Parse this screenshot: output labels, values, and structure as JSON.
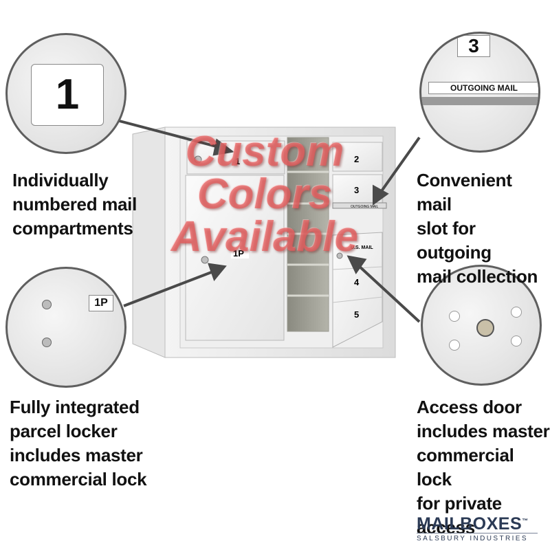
{
  "overlay": {
    "text": "Custom\nColors\nAvailable"
  },
  "features": {
    "compartments": "Individually\nnumbered mail\ncompartments",
    "mail_slot": "Convenient mail\nslot for outgoing\nmail collection",
    "parcel_locker": "Fully integrated\nparcel locker\nincludes master\ncommercial lock",
    "access_door": "Access door\nincludes master\ncommercial lock\nfor private access"
  },
  "zoom_labels": {
    "compartment_number": "1",
    "slot_number": "3",
    "outgoing_mail": "OUTGOING MAIL",
    "parcel_label": "1P"
  },
  "mailbox_labels": {
    "door_1": "1",
    "door_2": "2",
    "door_3": "3",
    "door_4": "4",
    "door_5": "5",
    "parcel": "1P",
    "usmail": "U.S. MAIL",
    "slot": "OUTGOING MAIL"
  },
  "brand": {
    "name": "MAILBOXES",
    "tm": "™",
    "sub": "SALSBURY INDUSTRIES"
  },
  "colors": {
    "accent_overlay": "#e65a5a",
    "brand": "#2b3a55",
    "callout_border": "#5f5f5f"
  }
}
